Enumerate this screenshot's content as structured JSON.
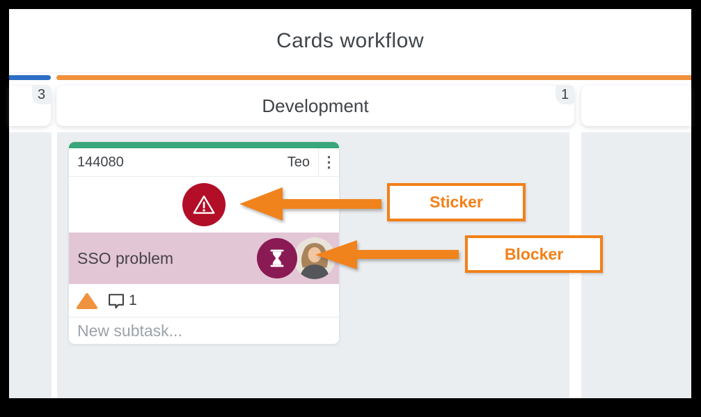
{
  "window": {
    "title": "Cards workflow"
  },
  "board": {
    "columns": [
      {
        "name": "left-partial",
        "count": "3",
        "bar_color": "#2D6FC4"
      },
      {
        "name": "development",
        "label": "Development",
        "count": "1",
        "bar_color": "#F0913E"
      },
      {
        "name": "right-partial",
        "bar_color": "#F0913E"
      }
    ]
  },
  "card": {
    "id": "144080",
    "assignee": "Teo",
    "menu_icon": "⋮",
    "color_strip": "#38A67A",
    "sticker_color": "#B30E27",
    "subtask": {
      "title": "SSO problem",
      "highlight_color": "#E3C6D5",
      "blocker_color": "#8A1A54"
    },
    "priority_color": "#F0923E",
    "comment_count": "1",
    "new_subtask_placeholder": "New subtask..."
  },
  "annotations": {
    "accent_color": "#F28019",
    "sticker_label": "Sticker",
    "blocker_label": "Blocker"
  }
}
